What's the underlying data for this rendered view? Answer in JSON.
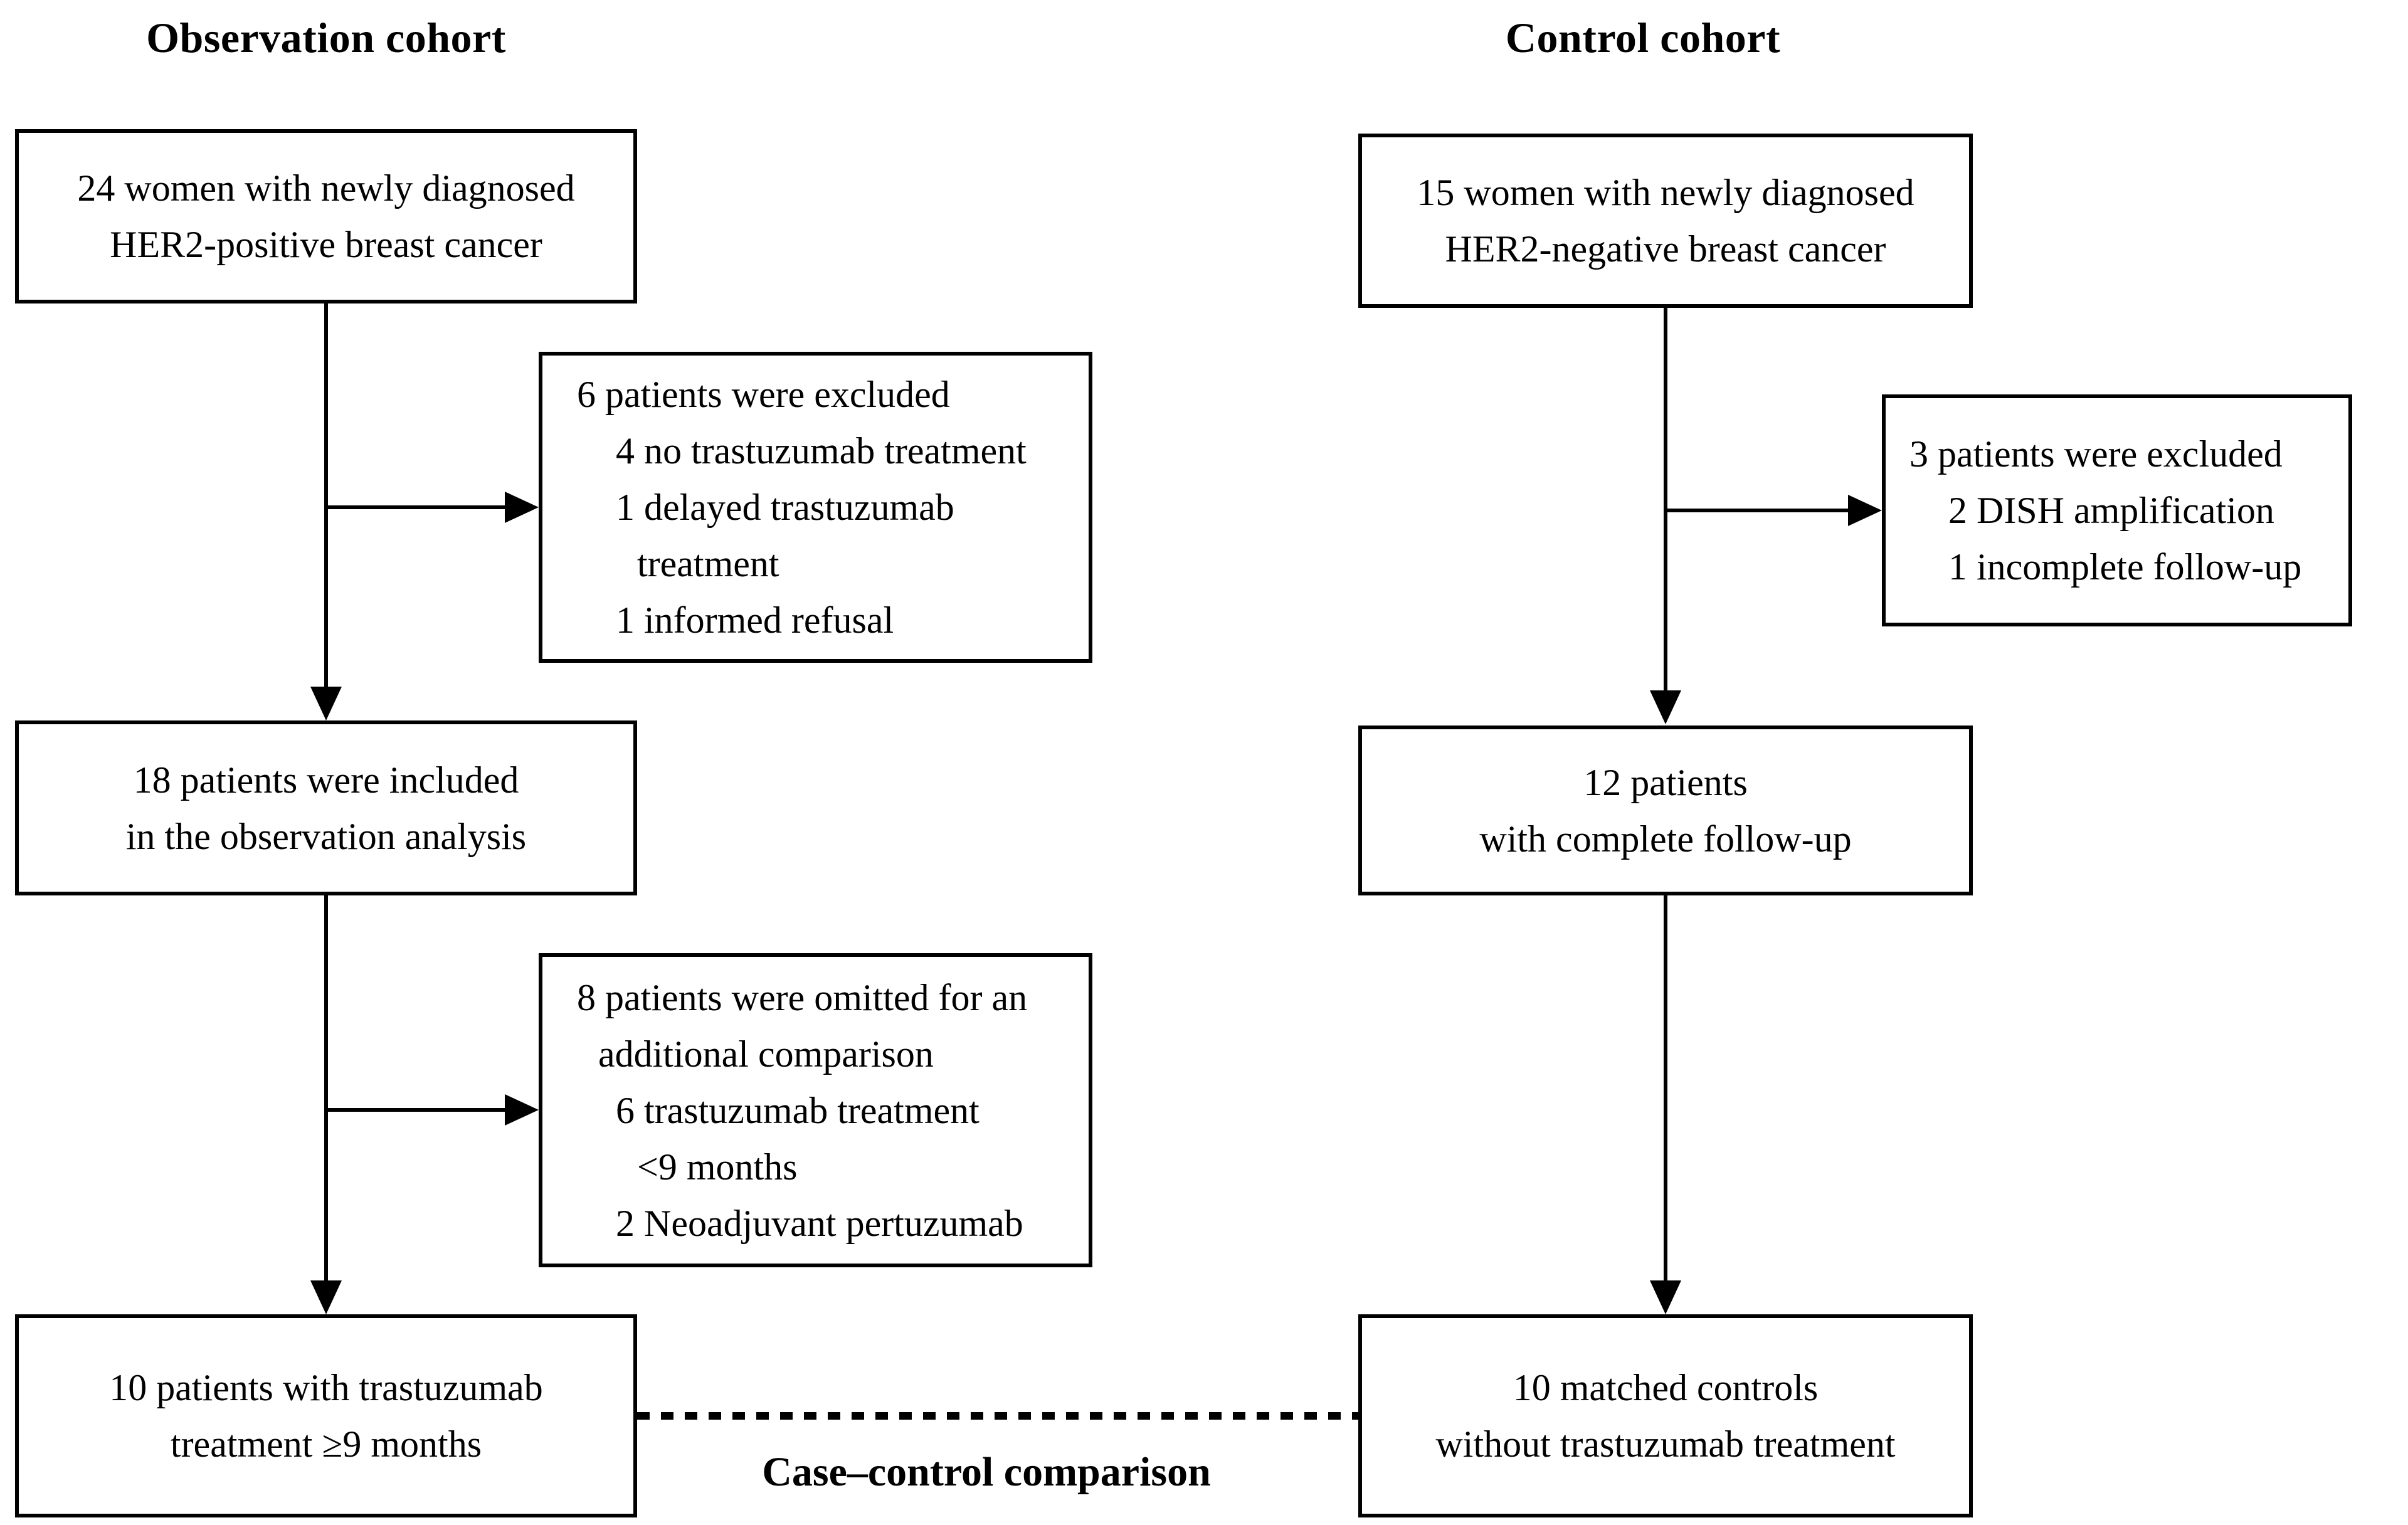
{
  "diagram": {
    "left_title": "Observation cohort",
    "right_title": "Control cohort",
    "case_control_label": "Case–control comparison",
    "left": {
      "enrollment": {
        "line1": "24 women with newly diagnosed",
        "line2": "HER2-positive breast cancer"
      },
      "excluded": {
        "line1": "6 patients were excluded",
        "line2": "4 no trastuzumab treatment",
        "line3": "1 delayed trastuzumab",
        "line4": "treatment",
        "line5": "1 informed refusal"
      },
      "included": {
        "line1": "18 patients were included",
        "line2": "in the observation analysis"
      },
      "omitted": {
        "line1": "8 patients were omitted for an",
        "line2": "additional comparison",
        "line3": "6 trastuzumab treatment",
        "line4": "<9 months",
        "line5": "2 Neoadjuvant pertuzumab"
      },
      "final": {
        "line1": "10 patients with trastuzumab",
        "line2": "treatment ≥9 months"
      }
    },
    "right": {
      "enrollment": {
        "line1": "15 women with newly diagnosed",
        "line2": "HER2-negative breast cancer"
      },
      "excluded": {
        "line1": "3 patients were excluded",
        "line2": "2 DISH amplification",
        "line3": "1 incomplete follow-up"
      },
      "followup": {
        "line1": "12 patients",
        "line2": "with complete follow-up"
      },
      "final": {
        "line1": "10 matched controls",
        "line2": "without trastuzumab treatment"
      }
    }
  }
}
